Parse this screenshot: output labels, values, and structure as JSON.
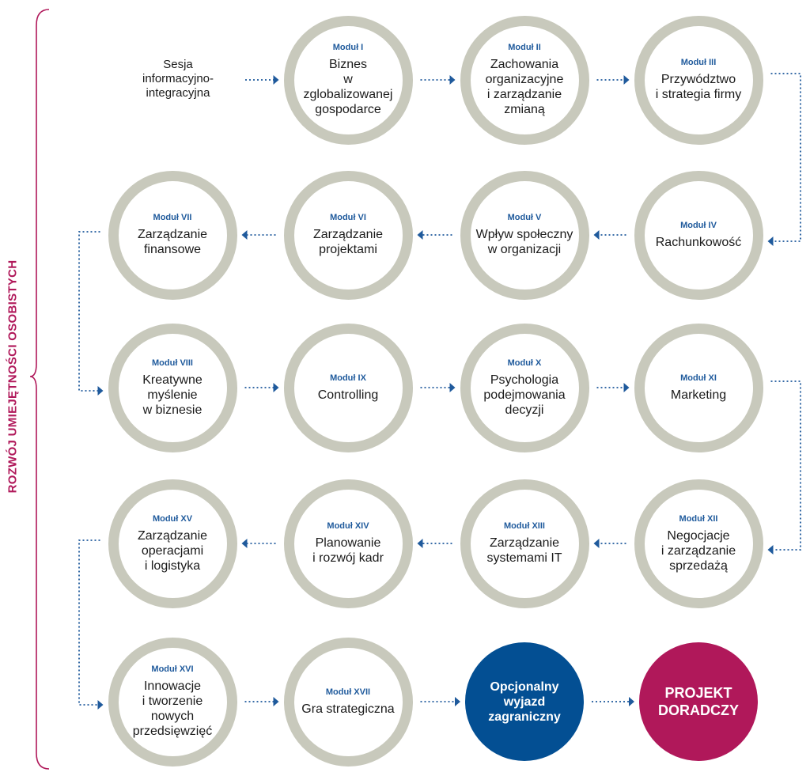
{
  "side_label": "ROZWÓJ UMIEJĘTNOŚCI OSOBISTYCH",
  "colors": {
    "ring": "#c8c9bc",
    "arrow": "#1f5a9c",
    "module_label": "#1f5a9c",
    "side": "#b0185a",
    "optional": "#034f93",
    "project": "#b0185a"
  },
  "nodes": [
    {
      "id": "intro",
      "module": "",
      "label": "Sesja\ninformacyjno-\nintegracyjna",
      "style": "plain"
    },
    {
      "id": "m1",
      "module": "Moduł I",
      "label": "Biznes\nw\nzglobalizowanej\ngospodarce",
      "style": "ring"
    },
    {
      "id": "m2",
      "module": "Moduł II",
      "label": "Zachowania\norganizacyjne\ni zarządzanie\nzmianą",
      "style": "ring"
    },
    {
      "id": "m3",
      "module": "Moduł III",
      "label": "Przywództwo\ni strategia firmy",
      "style": "ring"
    },
    {
      "id": "m4",
      "module": "Moduł IV",
      "label": "Rachunkowość",
      "style": "ring"
    },
    {
      "id": "m5",
      "module": "Moduł V",
      "label": "Wpływ społeczny\nw organizacji",
      "style": "ring"
    },
    {
      "id": "m6",
      "module": "Moduł VI",
      "label": "Zarządzanie\nprojektami",
      "style": "ring"
    },
    {
      "id": "m7",
      "module": "Moduł VII",
      "label": "Zarządzanie\nfinansowe",
      "style": "ring"
    },
    {
      "id": "m8",
      "module": "Moduł VIII",
      "label": "Kreatywne\nmyślenie\nw biznesie",
      "style": "ring"
    },
    {
      "id": "m9",
      "module": "Moduł IX",
      "label": "Controlling",
      "style": "ring"
    },
    {
      "id": "m10",
      "module": "Moduł X",
      "label": "Psychologia\npodejmowania\ndecyzji",
      "style": "ring"
    },
    {
      "id": "m11",
      "module": "Moduł XI",
      "label": "Marketing",
      "style": "ring"
    },
    {
      "id": "m12",
      "module": "Moduł XII",
      "label": "Negocjacje\ni zarządzanie\nsprzedażą",
      "style": "ring"
    },
    {
      "id": "m13",
      "module": "Moduł XIII",
      "label": "Zarządzanie\nsystemami IT",
      "style": "ring"
    },
    {
      "id": "m14",
      "module": "Moduł XIV",
      "label": "Planowanie\ni rozwój kadr",
      "style": "ring"
    },
    {
      "id": "m15",
      "module": "Moduł XV",
      "label": "Zarządzanie\noperacjami\ni logistyka",
      "style": "ring"
    },
    {
      "id": "m16",
      "module": "Moduł XVI",
      "label": "Innowacje\ni tworzenie\nnowych\nprzedsięwzięć",
      "style": "ring"
    },
    {
      "id": "m17",
      "module": "Moduł XVII",
      "label": "Gra strategiczna",
      "style": "ring"
    },
    {
      "id": "opt",
      "module": "",
      "label": "Opcjonalny\nwyjazd\nzagraniczny",
      "style": "optional"
    },
    {
      "id": "proj",
      "module": "",
      "label": "PROJEKT\nDORADCZY",
      "style": "project"
    }
  ],
  "edges": [
    [
      "intro",
      "m1"
    ],
    [
      "m1",
      "m2"
    ],
    [
      "m2",
      "m3"
    ],
    [
      "m3",
      "m4"
    ],
    [
      "m4",
      "m5"
    ],
    [
      "m5",
      "m6"
    ],
    [
      "m6",
      "m7"
    ],
    [
      "m7",
      "m8"
    ],
    [
      "m8",
      "m9"
    ],
    [
      "m9",
      "m10"
    ],
    [
      "m10",
      "m11"
    ],
    [
      "m11",
      "m12"
    ],
    [
      "m12",
      "m13"
    ],
    [
      "m13",
      "m14"
    ],
    [
      "m14",
      "m15"
    ],
    [
      "m15",
      "m16"
    ],
    [
      "m16",
      "m17"
    ],
    [
      "m17",
      "opt"
    ],
    [
      "opt",
      "proj"
    ]
  ]
}
